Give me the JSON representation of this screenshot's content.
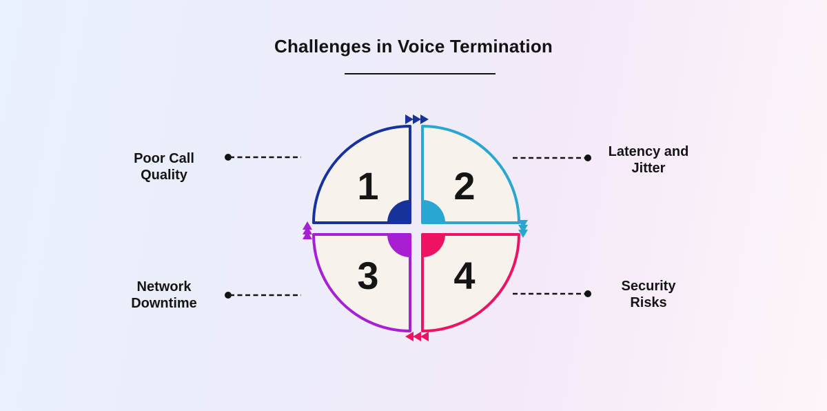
{
  "title": {
    "text": "Challenges in Voice Termination"
  },
  "diagram": {
    "flow_direction": "clockwise",
    "quadrants": [
      {
        "number": "1",
        "label_line1": "Poor Call",
        "label_line2": "Quality",
        "color": "#17339B",
        "position": "top-left"
      },
      {
        "number": "2",
        "label_line1": "Latency and",
        "label_line2": "Jitter",
        "color": "#29A7D0",
        "position": "top-right"
      },
      {
        "number": "3",
        "label_line1": "Network",
        "label_line2": "Downtime",
        "color": "#A81FD3",
        "position": "bottom-left"
      },
      {
        "number": "4",
        "label_line1": "Security",
        "label_line2": "Risks",
        "color": "#EE1262",
        "position": "bottom-right"
      }
    ]
  },
  "colors": {
    "background_left": "#E9F1FC",
    "background_right": "#FDF5FA",
    "quadrant_fill": "#F7F3EC",
    "text": "#131313",
    "connector": "#131313"
  }
}
